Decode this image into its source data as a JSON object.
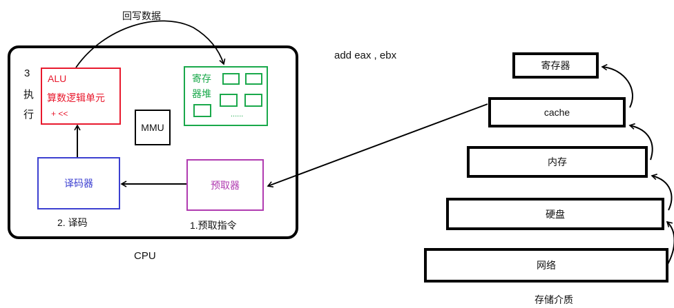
{
  "diagram": {
    "writeback_label": "回写数据",
    "instruction": "add eax , ebx",
    "cpu": {
      "label": "CPU",
      "step3_number": "3",
      "step3_char1": "执",
      "step3_char2": "行",
      "alu": {
        "title": "ALU",
        "subtitle": "算数逻辑单元",
        "ops": "+ <<"
      },
      "register_file": {
        "line1": "寄存",
        "line2": "器堆",
        "more": "......"
      },
      "mmu": "MMU",
      "decoder": "译码器",
      "decoder_step": "2. 译码",
      "prefetcher": "预取器",
      "prefetch_step": "1.预取指令"
    },
    "storage": {
      "caption": "存储介质",
      "levels": [
        "寄存器",
        "cache",
        "内存",
        "硬盘",
        "网络"
      ]
    }
  },
  "colors": {
    "alu": "#e8182c",
    "register_file": "#19a84a",
    "decoder": "#3b3fd0",
    "prefetcher": "#b03ab0",
    "outline": "#000000"
  }
}
